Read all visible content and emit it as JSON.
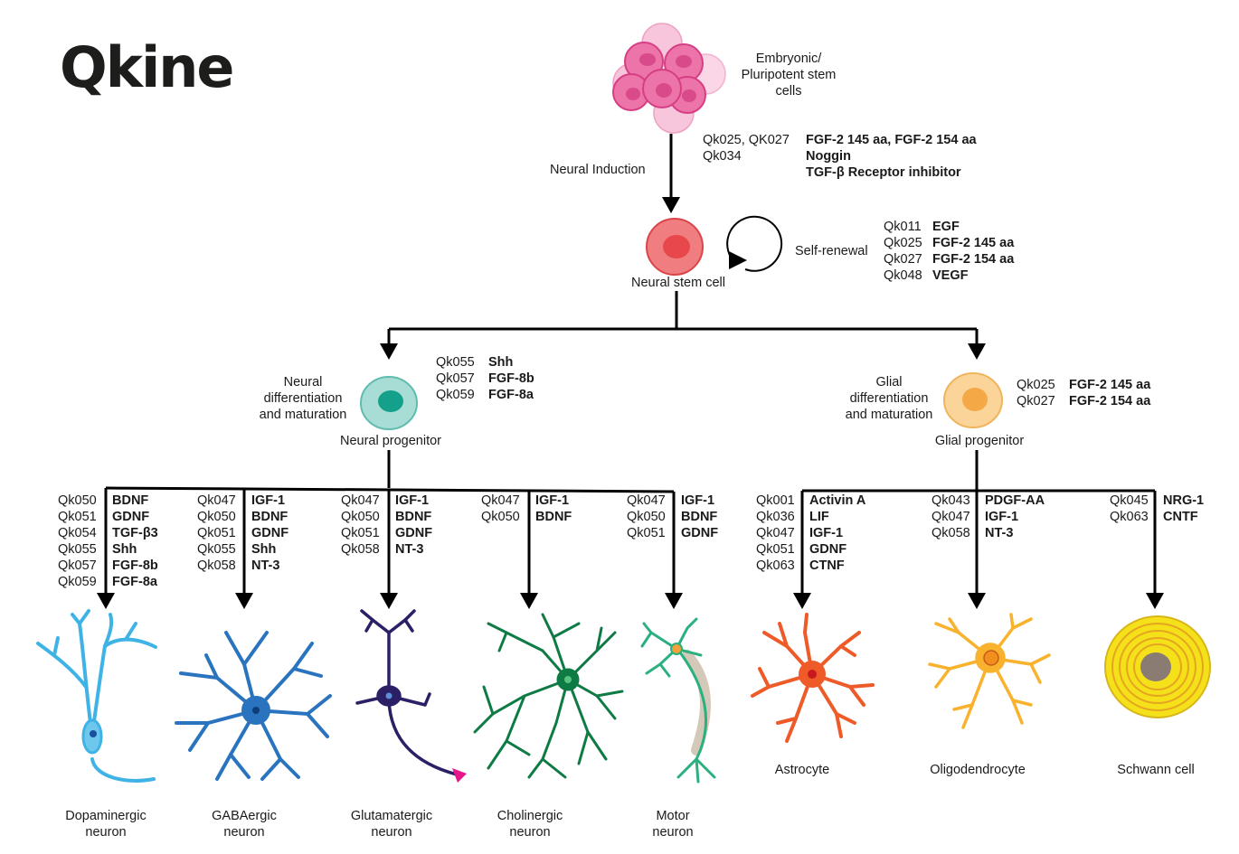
{
  "logo": "Qkine",
  "colors": {
    "stem": "#e9528f",
    "nsc": "#e85a5e",
    "neural_prog": "#17a38e",
    "glial_prog": "#f4a946",
    "dopaminergic": "#3fb3e6",
    "gabaergic": "#2a74bf",
    "glutamatergic": "#2b2065",
    "cholinergic": "#0e7a44",
    "motor": "#2bb07f",
    "astrocyte": "#ee5a28",
    "oligodendrocyte": "#f8b22e",
    "schwann": "#f4e11a"
  },
  "stem_cells": {
    "label": "Embryonic/\nPluripotent stem\ncells"
  },
  "induction": {
    "label": "Neural Induction",
    "codes": [
      "Qk025, QK027",
      "Qk034"
    ],
    "names": [
      "FGF-2 145 aa, FGF-2 154 aa",
      "Noggin",
      "TGF-β Receptor inhibitor"
    ]
  },
  "nsc": {
    "label": "Neural stem cell",
    "self_renewal": "Self-renewal",
    "factors": [
      {
        "code": "Qk011",
        "name": "EGF"
      },
      {
        "code": "Qk025",
        "name": "FGF-2 145 aa"
      },
      {
        "code": "Qk027",
        "name": "FGF-2 154 aa"
      },
      {
        "code": "Qk048",
        "name": "VEGF"
      }
    ]
  },
  "neural_branch": {
    "side_label": "Neural\ndifferentiation\nand maturation",
    "cell_label": "Neural progenitor",
    "factors": [
      {
        "code": "Qk055",
        "name": "Shh"
      },
      {
        "code": "Qk057",
        "name": "FGF-8b"
      },
      {
        "code": "Qk059",
        "name": "FGF-8a"
      }
    ]
  },
  "glial_branch": {
    "side_label": "Glial\ndifferentiation\nand maturation",
    "cell_label": "Glial progenitor",
    "factors": [
      {
        "code": "Qk025",
        "name": "FGF-2 145 aa"
      },
      {
        "code": "Qk027",
        "name": "FGF-2 154 aa"
      }
    ]
  },
  "neurons": [
    {
      "label": "Dopaminergic\nneuron",
      "factors": [
        {
          "code": "Qk050",
          "name": "BDNF"
        },
        {
          "code": "Qk051",
          "name": "GDNF"
        },
        {
          "code": "Qk054",
          "name": "TGF-β3"
        },
        {
          "code": "Qk055",
          "name": "Shh"
        },
        {
          "code": "Qk057",
          "name": "FGF-8b"
        },
        {
          "code": "Qk059",
          "name": "FGF-8a"
        }
      ]
    },
    {
      "label": "GABAergic\nneuron",
      "factors": [
        {
          "code": "Qk047",
          "name": "IGF-1"
        },
        {
          "code": "Qk050",
          "name": "BDNF"
        },
        {
          "code": "Qk051",
          "name": "GDNF"
        },
        {
          "code": "Qk055",
          "name": "Shh"
        },
        {
          "code": "Qk058",
          "name": "NT-3"
        }
      ]
    },
    {
      "label": "Glutamatergic\nneuron",
      "factors": [
        {
          "code": "Qk047",
          "name": "IGF-1"
        },
        {
          "code": "Qk050",
          "name": "BDNF"
        },
        {
          "code": "Qk051",
          "name": "GDNF"
        },
        {
          "code": "Qk058",
          "name": "NT-3"
        }
      ]
    },
    {
      "label": "Cholinergic\nneuron",
      "factors": [
        {
          "code": "Qk047",
          "name": "IGF-1"
        },
        {
          "code": "Qk050",
          "name": "BDNF"
        }
      ]
    },
    {
      "label": "Motor\nneuron",
      "factors": [
        {
          "code": "Qk047",
          "name": "IGF-1"
        },
        {
          "code": "Qk050",
          "name": "BDNF"
        },
        {
          "code": "Qk051",
          "name": "GDNF"
        }
      ]
    }
  ],
  "glia": [
    {
      "label": "Astrocyte",
      "factors": [
        {
          "code": "Qk001",
          "name": "Activin A"
        },
        {
          "code": "Qk036",
          "name": "LIF"
        },
        {
          "code": "Qk047",
          "name": "IGF-1"
        },
        {
          "code": "Qk051",
          "name": "GDNF"
        },
        {
          "code": "Qk063",
          "name": "CTNF"
        }
      ]
    },
    {
      "label": "Oligodendrocyte",
      "factors": [
        {
          "code": "Qk043",
          "name": "PDGF-AA"
        },
        {
          "code": "Qk047",
          "name": "IGF-1"
        },
        {
          "code": "Qk058",
          "name": "NT-3"
        }
      ]
    },
    {
      "label": "Schwann cell",
      "factors": [
        {
          "code": "Qk045",
          "name": "NRG-1"
        },
        {
          "code": "Qk063",
          "name": "CNTF"
        }
      ]
    }
  ]
}
